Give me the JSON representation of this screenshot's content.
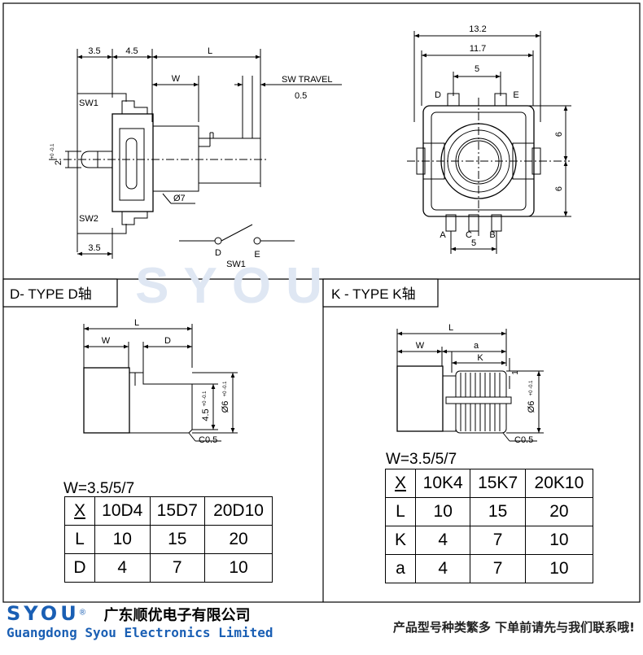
{
  "watermark": "SYOU",
  "top_left": {
    "dim_3_5_top": "3.5",
    "dim_4_5": "4.5",
    "dim_L": "L",
    "dim_W": "W",
    "sw_travel_label": "SW TRAVEL",
    "sw_travel_value": "0.5",
    "sw1_label": "SW1",
    "sw2_label": "SW2",
    "dim_2": "2",
    "tol_2": "+0 -0.1",
    "dim_3_5_bottom": "3.5",
    "phi7": "Ø7",
    "switch_d": "D",
    "switch_e": "E",
    "switch_sw1": "SW1"
  },
  "top_right": {
    "dim_13_2": "13.2",
    "dim_11_7": "11.7",
    "dim_5_top": "5",
    "pin_d": "D",
    "pin_e": "E",
    "dim_6_upper": "6",
    "dim_6_lower": "6",
    "pin_a": "A",
    "pin_c": "C",
    "pin_b": "B",
    "dim_5_bottom": "5"
  },
  "d_type": {
    "title": "D- TYPE D轴",
    "dim_L": "L",
    "dim_W": "W",
    "dim_D": "D",
    "dim_4_5": "4.5",
    "tol_4_5": "+0 -0.1",
    "dim_phi6": "Ø6",
    "tol_phi6": "+0 -0.1",
    "chamfer": "C0.5",
    "w_values": "W=3.5/5/7",
    "table": {
      "header": [
        "X",
        "10D4",
        "15D7",
        "20D10"
      ],
      "rows": [
        [
          "L",
          "10",
          "15",
          "20"
        ],
        [
          "D",
          "4",
          "7",
          "10"
        ]
      ]
    }
  },
  "k_type": {
    "title": "K - TYPE K轴",
    "dim_L": "L",
    "dim_W": "W",
    "dim_a": "a",
    "dim_K": "K",
    "dim_1": "1",
    "dim_phi6": "Ø6",
    "tol_phi6": "+0 -0.1",
    "chamfer": "C0.5",
    "w_values": "W=3.5/5/7",
    "table": {
      "header": [
        "X",
        "10K4",
        "15K7",
        "20K10"
      ],
      "rows": [
        [
          "L",
          "10",
          "15",
          "20"
        ],
        [
          "K",
          "4",
          "7",
          "10"
        ],
        [
          "a",
          "4",
          "7",
          "10"
        ]
      ]
    }
  },
  "footer": {
    "brand": "SYOU",
    "brand_mark": "®",
    "company_cn": "广东顺优电子有限公司",
    "company_en": "Guangdong Syou Electronics Limited",
    "note_cn": "产品型号种类繁多 下单前请先与我们联系哦!"
  },
  "colors": {
    "brand_blue": "#1a5fb4",
    "watermark": "#dfe7f3",
    "line": "#000000"
  }
}
